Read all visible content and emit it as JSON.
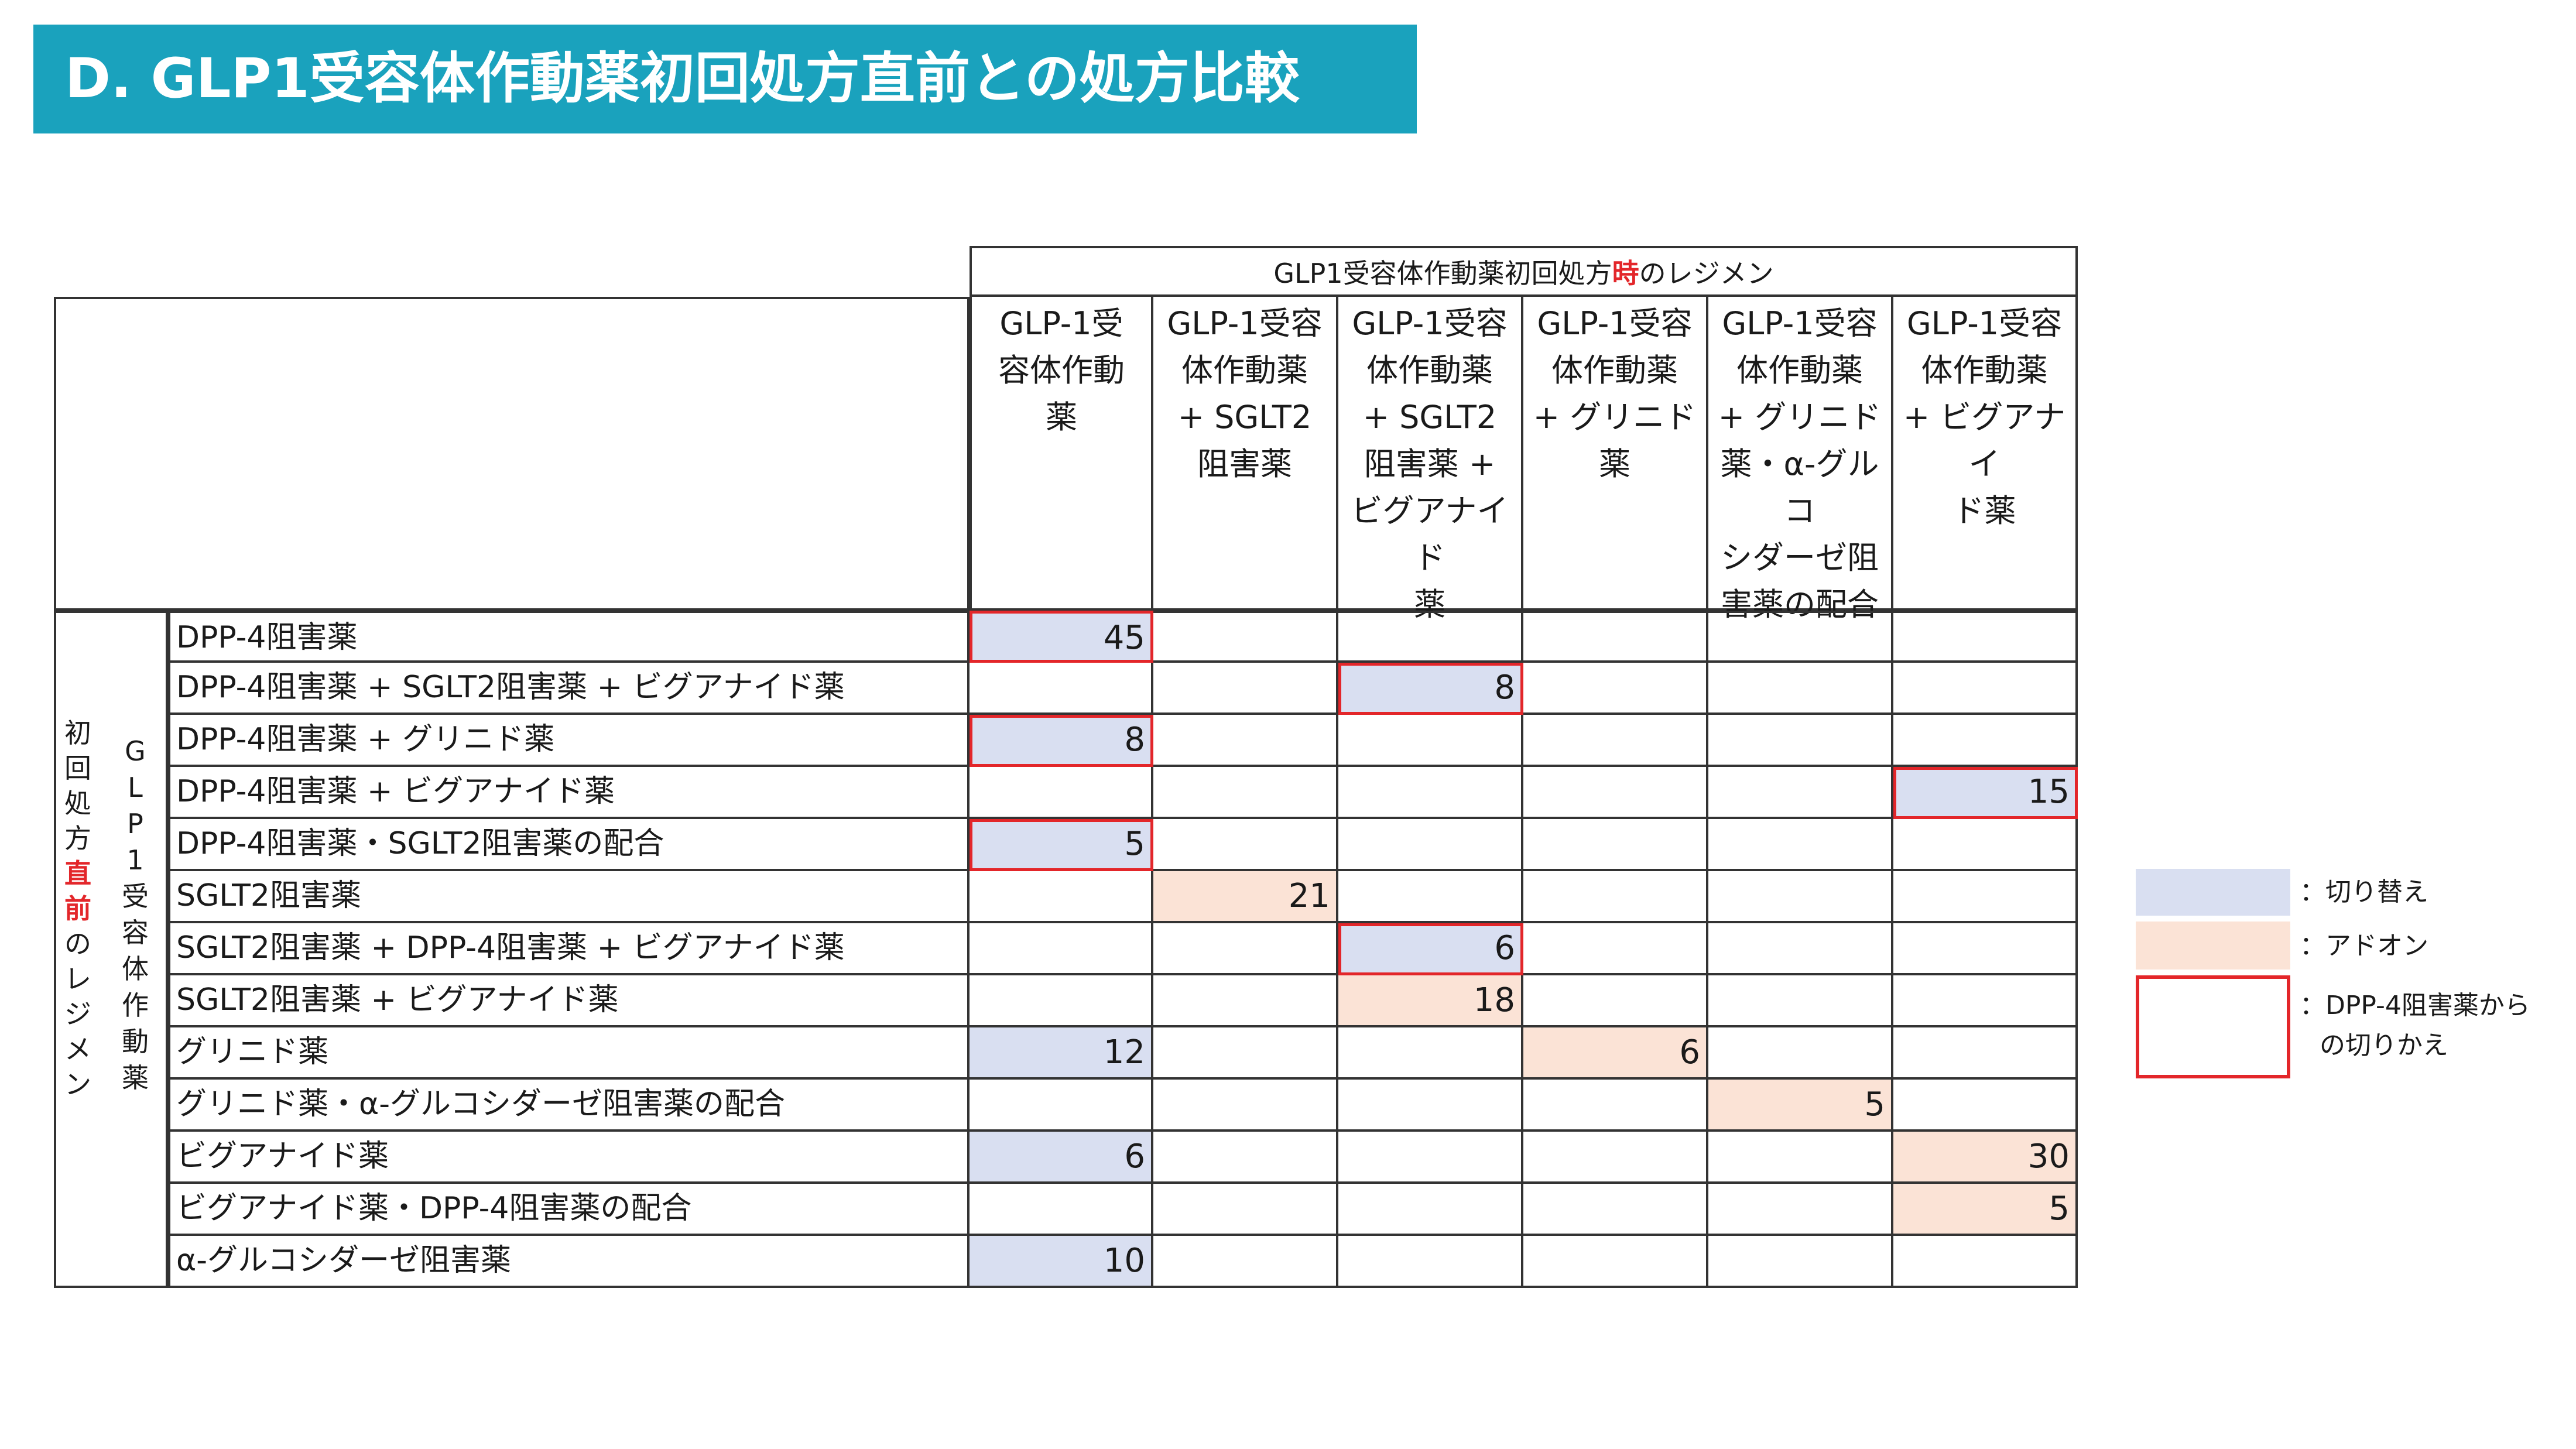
{
  "title": "D. GLP1受容体作動薬初回処方直前との処方比較",
  "table": {
    "supertitle_before": "GLP1受容体作動薬初回処方",
    "supertitle_highlight": "時",
    "supertitle_after": "のレジメン",
    "sidebar_outer": [
      "初",
      "回",
      "処",
      "方",
      "直",
      "前",
      "の",
      "レ",
      "ジ",
      "メ",
      "ン"
    ],
    "sidebar_outer_highlight_indexes": [
      4,
      5
    ],
    "sidebar_inner": [
      "G",
      "L",
      "P",
      "1",
      "受",
      "容",
      "体",
      "作",
      "動",
      "薬"
    ],
    "columns": [
      "GLP-1受\n容体作動\n薬",
      "GLP-1受容\n体作動薬\n+ SGLT2\n阻害薬",
      "GLP-1受容\n体作動薬\n+ SGLT2\n阻害薬 +\nビグアナイド\n薬",
      "GLP-1受容\n体作動薬\n+ グリニド薬",
      "GLP-1受容\n体作動薬\n+ グリニド\n薬・α-グルコ\nシダーゼ阻\n害薬の配合",
      "GLP-1受容\n体作動薬\n+ ビグアナイ\nド薬"
    ],
    "rows": [
      {
        "label": "DPP-4阻害薬",
        "cells": [
          {
            "col": 0,
            "value": "45",
            "type": "switch",
            "dpp": true
          }
        ]
      },
      {
        "label": "DPP-4阻害薬 + SGLT2阻害薬 + ビグアナイド薬",
        "cells": [
          {
            "col": 2,
            "value": "8",
            "type": "switch",
            "dpp": true
          }
        ]
      },
      {
        "label": "DPP-4阻害薬 + グリニド薬",
        "cells": [
          {
            "col": 0,
            "value": "8",
            "type": "switch",
            "dpp": true
          }
        ]
      },
      {
        "label": "DPP-4阻害薬 + ビグアナイド薬",
        "cells": [
          {
            "col": 5,
            "value": "15",
            "type": "switch",
            "dpp": true
          }
        ]
      },
      {
        "label": "DPP-4阻害薬・SGLT2阻害薬の配合",
        "cells": [
          {
            "col": 0,
            "value": "5",
            "type": "switch",
            "dpp": true
          }
        ]
      },
      {
        "label": "SGLT2阻害薬",
        "cells": [
          {
            "col": 1,
            "value": "21",
            "type": "addon",
            "dpp": false
          }
        ]
      },
      {
        "label": "SGLT2阻害薬 + DPP-4阻害薬 + ビグアナイド薬",
        "cells": [
          {
            "col": 2,
            "value": "6",
            "type": "switch",
            "dpp": true
          }
        ]
      },
      {
        "label": "SGLT2阻害薬 + ビグアナイド薬",
        "cells": [
          {
            "col": 2,
            "value": "18",
            "type": "addon",
            "dpp": false
          }
        ]
      },
      {
        "label": "グリニド薬",
        "cells": [
          {
            "col": 0,
            "value": "12",
            "type": "switch",
            "dpp": false
          },
          {
            "col": 3,
            "value": "6",
            "type": "addon",
            "dpp": false
          }
        ]
      },
      {
        "label": "グリニド薬・α-グルコシダーゼ阻害薬の配合",
        "cells": [
          {
            "col": 4,
            "value": "5",
            "type": "addon",
            "dpp": false
          }
        ]
      },
      {
        "label": "ビグアナイド薬",
        "cells": [
          {
            "col": 0,
            "value": "6",
            "type": "switch",
            "dpp": false
          },
          {
            "col": 5,
            "value": "30",
            "type": "addon",
            "dpp": false
          }
        ]
      },
      {
        "label": "ビグアナイド薬・DPP-4阻害薬の配合",
        "cells": [
          {
            "col": 5,
            "value": "5",
            "type": "addon",
            "dpp": false
          }
        ]
      },
      {
        "label": "α-グルコシダーゼ阻害薬",
        "cells": [
          {
            "col": 0,
            "value": "10",
            "type": "switch",
            "dpp": false
          }
        ]
      }
    ]
  },
  "legend": {
    "switch_label": "：切り替え",
    "addon_label": "：アドオン",
    "dpp_label_line1": "：DPP-4阻害薬から",
    "dpp_label_line2": "の切りかえ"
  },
  "colors": {
    "banner": "#1aa2bd",
    "switch": "#d9dff1",
    "addon": "#fbe3d6",
    "dpp_border": "#e3262a",
    "highlight_text": "#e3262a"
  }
}
